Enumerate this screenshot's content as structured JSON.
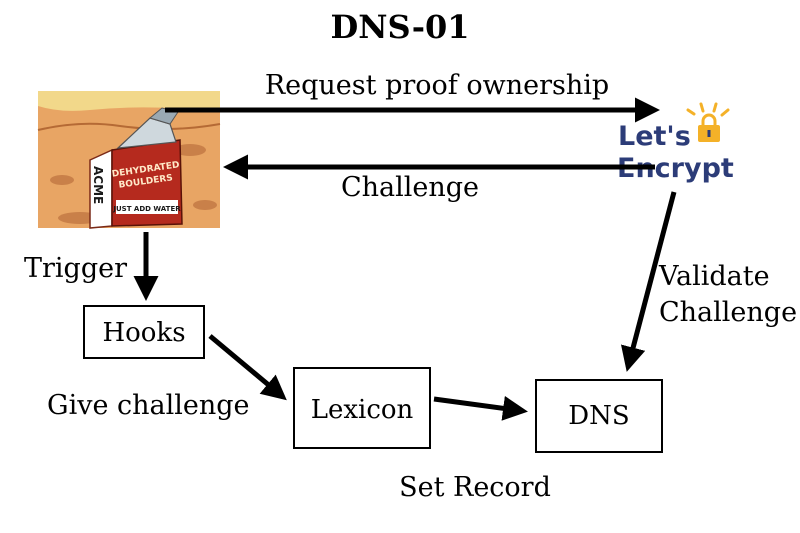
{
  "title": "DNS-01",
  "nodes": {
    "hooks": "Hooks",
    "lexicon": "Lexicon",
    "dns": "DNS"
  },
  "logo": {
    "line1": "Let's",
    "line2": "Encrypt"
  },
  "acme_box": {
    "brand": "ACME",
    "line1": "DEHYDRATED",
    "line2": "BOULDERS",
    "line3": "JUST ADD WATER"
  },
  "edges": {
    "request": "Request proof ownership",
    "challenge": "Challenge",
    "trigger": "Trigger",
    "give": "Give challenge",
    "set_record": "Set Record",
    "validate_1": "Validate",
    "validate_2": "Challenge"
  },
  "colors": {
    "le_blue": "#2c3c78",
    "le_yellow": "#f4b128",
    "sand": "#e6a060",
    "box_red": "#b52a1e"
  }
}
